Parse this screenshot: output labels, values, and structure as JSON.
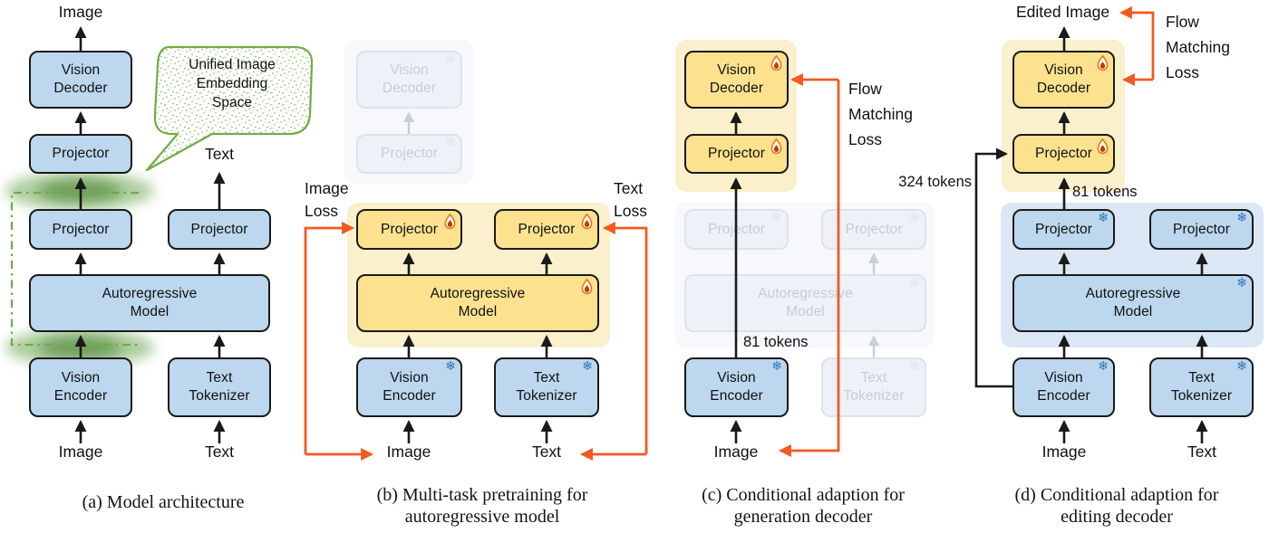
{
  "colors": {
    "blue_box": "#bcd7ee",
    "blue_region": "#dbe7f4",
    "yellow_box": "#fce18f",
    "yellow_region": "#fbf0cc",
    "faded_box": "#eef1f7",
    "orange_accent": "#f25a21",
    "green_accent": "#70ad47",
    "snowflake_blue": "#2f76b5"
  },
  "icons": {
    "snowflake_char": "❄",
    "flame_name": "flame (trainable)",
    "snowflake_name": "snowflake (frozen)"
  },
  "panel_a": {
    "caption": "(a) Model architecture",
    "bubble_text": "Unified Image\nEmbedding\nSpace",
    "labels": {
      "image_out": "Image",
      "text_out": "Text",
      "image_in": "Image",
      "text_in": "Text"
    },
    "nodes": {
      "vision_decoder": "Vision\nDecoder",
      "projector_unified": "Projector",
      "projector_image": "Projector",
      "projector_text": "Projector",
      "autoregressive": "Autoregressive\nModel",
      "vision_encoder": "Vision\nEncoder",
      "text_tokenizer": "Text\nTokenizer"
    }
  },
  "panel_b": {
    "caption": "(b) Multi-task pretraining for\nautoregressive model",
    "labels": {
      "image_loss": "Image\nLoss",
      "text_loss": "Text\nLoss",
      "image_in": "Image",
      "text_in": "Text"
    },
    "nodes": {
      "vision_decoder_frozen": "Vision\nDecoder",
      "projector_frozen": "Projector",
      "projector_image": "Projector",
      "projector_text": "Projector",
      "autoregressive": "Autoregressive\nModel",
      "vision_encoder": "Vision\nEncoder",
      "text_tokenizer": "Text\nTokenizer"
    }
  },
  "panel_c": {
    "caption": "(c) Conditional adaption for\ngeneration decoder",
    "labels": {
      "flow_matching_loss": "Flow\nMatching\nLoss",
      "tokens_81": "81 tokens",
      "image_in": "Image"
    },
    "nodes": {
      "vision_decoder": "Vision\nDecoder",
      "projector_top": "Projector",
      "projector_image_frozen": "Projector",
      "projector_text_frozen": "Projector",
      "autoregressive_frozen": "Autoregressive\nModel",
      "vision_encoder": "Vision\nEncoder",
      "text_tokenizer_frozen": "Text\nTokenizer"
    }
  },
  "panel_d": {
    "caption": "(d) Conditional adaption for\nediting decoder",
    "labels": {
      "edited_image": "Edited Image",
      "flow_matching_loss": "Flow\nMatching\nLoss",
      "tokens_324": "324 tokens",
      "tokens_81": "81 tokens",
      "image_in": "Image",
      "text_in": "Text"
    },
    "nodes": {
      "vision_decoder": "Vision\nDecoder",
      "projector_top": "Projector",
      "projector_image": "Projector",
      "projector_text": "Projector",
      "autoregressive": "Autoregressive\nModel",
      "vision_encoder": "Vision\nEncoder",
      "text_tokenizer": "Text\nTokenizer"
    }
  }
}
